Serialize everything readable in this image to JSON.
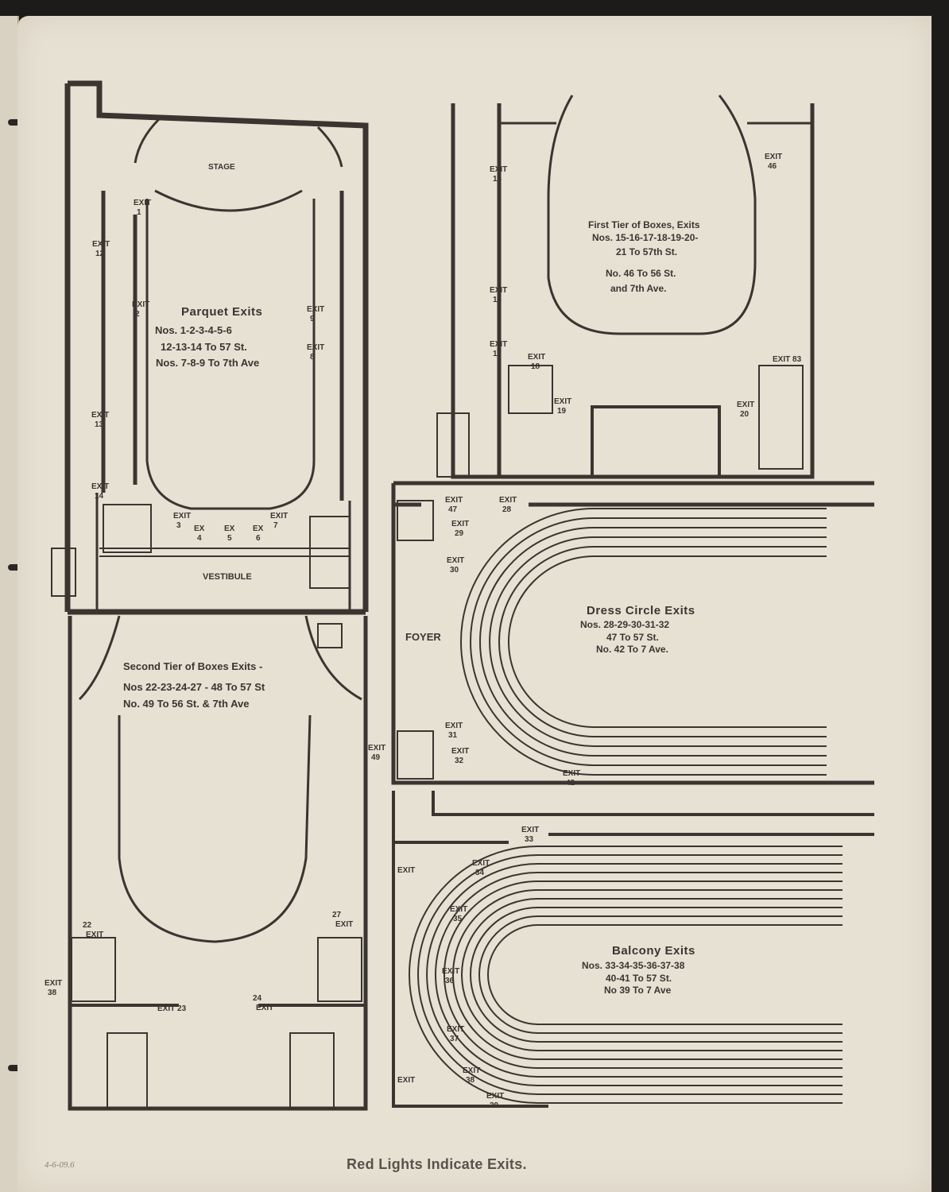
{
  "document": {
    "footer": "Red Lights Indicate Exits.",
    "handwritten_note": "4-6-09.6"
  },
  "parquet": {
    "title": "Parquet Exits",
    "lines": [
      "Nos. 1-2-3-4-5-6",
      "12-13-14 To 57 St.",
      "Nos. 7-8-9 To 7th Ave"
    ],
    "stage": "STAGE",
    "vestibule": "VESTIBULE",
    "exits": {
      "e1": [
        "EXIT",
        "1"
      ],
      "e2": [
        "EXIT",
        "2"
      ],
      "e3": [
        "EXIT",
        "3"
      ],
      "e4": [
        "EX",
        "4"
      ],
      "e5": [
        "EX",
        "5"
      ],
      "e6": [
        "EX",
        "6"
      ],
      "e7": [
        "EXIT",
        "7"
      ],
      "e8": [
        "EXIT",
        "8"
      ],
      "e9": [
        "EXIT",
        "9"
      ],
      "e12": [
        "EXIT",
        "12"
      ],
      "e13": [
        "EXIT",
        "13"
      ],
      "e14": [
        "EXIT",
        "14"
      ]
    }
  },
  "first_tier": {
    "title": "First Tier of Boxes, Exits",
    "lines": [
      "Nos. 15-16-17-18-19-20-",
      "21 To 57th St.",
      "No. 46 To 56 St.",
      "and 7th Ave."
    ],
    "exits": {
      "e15": [
        "EXIT",
        "15"
      ],
      "e16": [
        "EXIT",
        "16"
      ],
      "e17": [
        "EXIT",
        "17"
      ],
      "e18": [
        "EXIT",
        "18"
      ],
      "e19": [
        "EXIT",
        "19"
      ],
      "e20": [
        "EXIT",
        "20"
      ],
      "e46": [
        "EXIT",
        "46"
      ],
      "e83": "EXIT 83"
    }
  },
  "second_tier": {
    "title": "Second Tier of Boxes Exits -",
    "lines": [
      "Nos 22-23-24-27 - 48 To 57 St",
      "No. 49 To 56 St. & 7th Ave"
    ],
    "exits": {
      "e22": [
        "22",
        "EXIT"
      ],
      "e23": "EXIT 23",
      "e24": [
        "24",
        "EXIT"
      ],
      "e27": [
        "27",
        "EXIT"
      ],
      "e38": [
        "EXIT",
        "38"
      ],
      "e49": [
        "EXIT",
        "49"
      ]
    }
  },
  "dress_circle": {
    "title": "Dress Circle Exits",
    "lines": [
      "Nos. 28-29-30-31-32",
      "47 To 57 St.",
      "No. 42 To 7 Ave."
    ],
    "foyer": "FOYER",
    "exits": {
      "e28": [
        "EXIT",
        "28"
      ],
      "e29": [
        "EXIT",
        "29"
      ],
      "e30": [
        "EXIT",
        "30"
      ],
      "e31": [
        "EXIT",
        "31"
      ],
      "e32": [
        "EXIT",
        "32"
      ],
      "e42": [
        "EXIT",
        "42"
      ],
      "e47": [
        "EXIT",
        "47"
      ]
    }
  },
  "balcony": {
    "title": "Balcony Exits",
    "lines": [
      "Nos. 33-34-35-36-37-38",
      "40-41 To 57 St.",
      "No 39 To 7 Ave"
    ],
    "exits": {
      "e33": [
        "EXIT",
        "33"
      ],
      "e34": [
        "EXIT",
        "34"
      ],
      "e35": [
        "EXIT",
        "35"
      ],
      "e36": [
        "EXIT",
        "36"
      ],
      "e37": [
        "EXIT",
        "37"
      ],
      "e38": [
        "EXIT",
        "38"
      ],
      "e39": [
        "EXIT",
        "39"
      ],
      "e40": "EXIT",
      "e41": "EXIT"
    }
  },
  "colors": {
    "ink": "#3a3530",
    "paper": "#e7e1d4",
    "background": "#1d1b1a"
  }
}
